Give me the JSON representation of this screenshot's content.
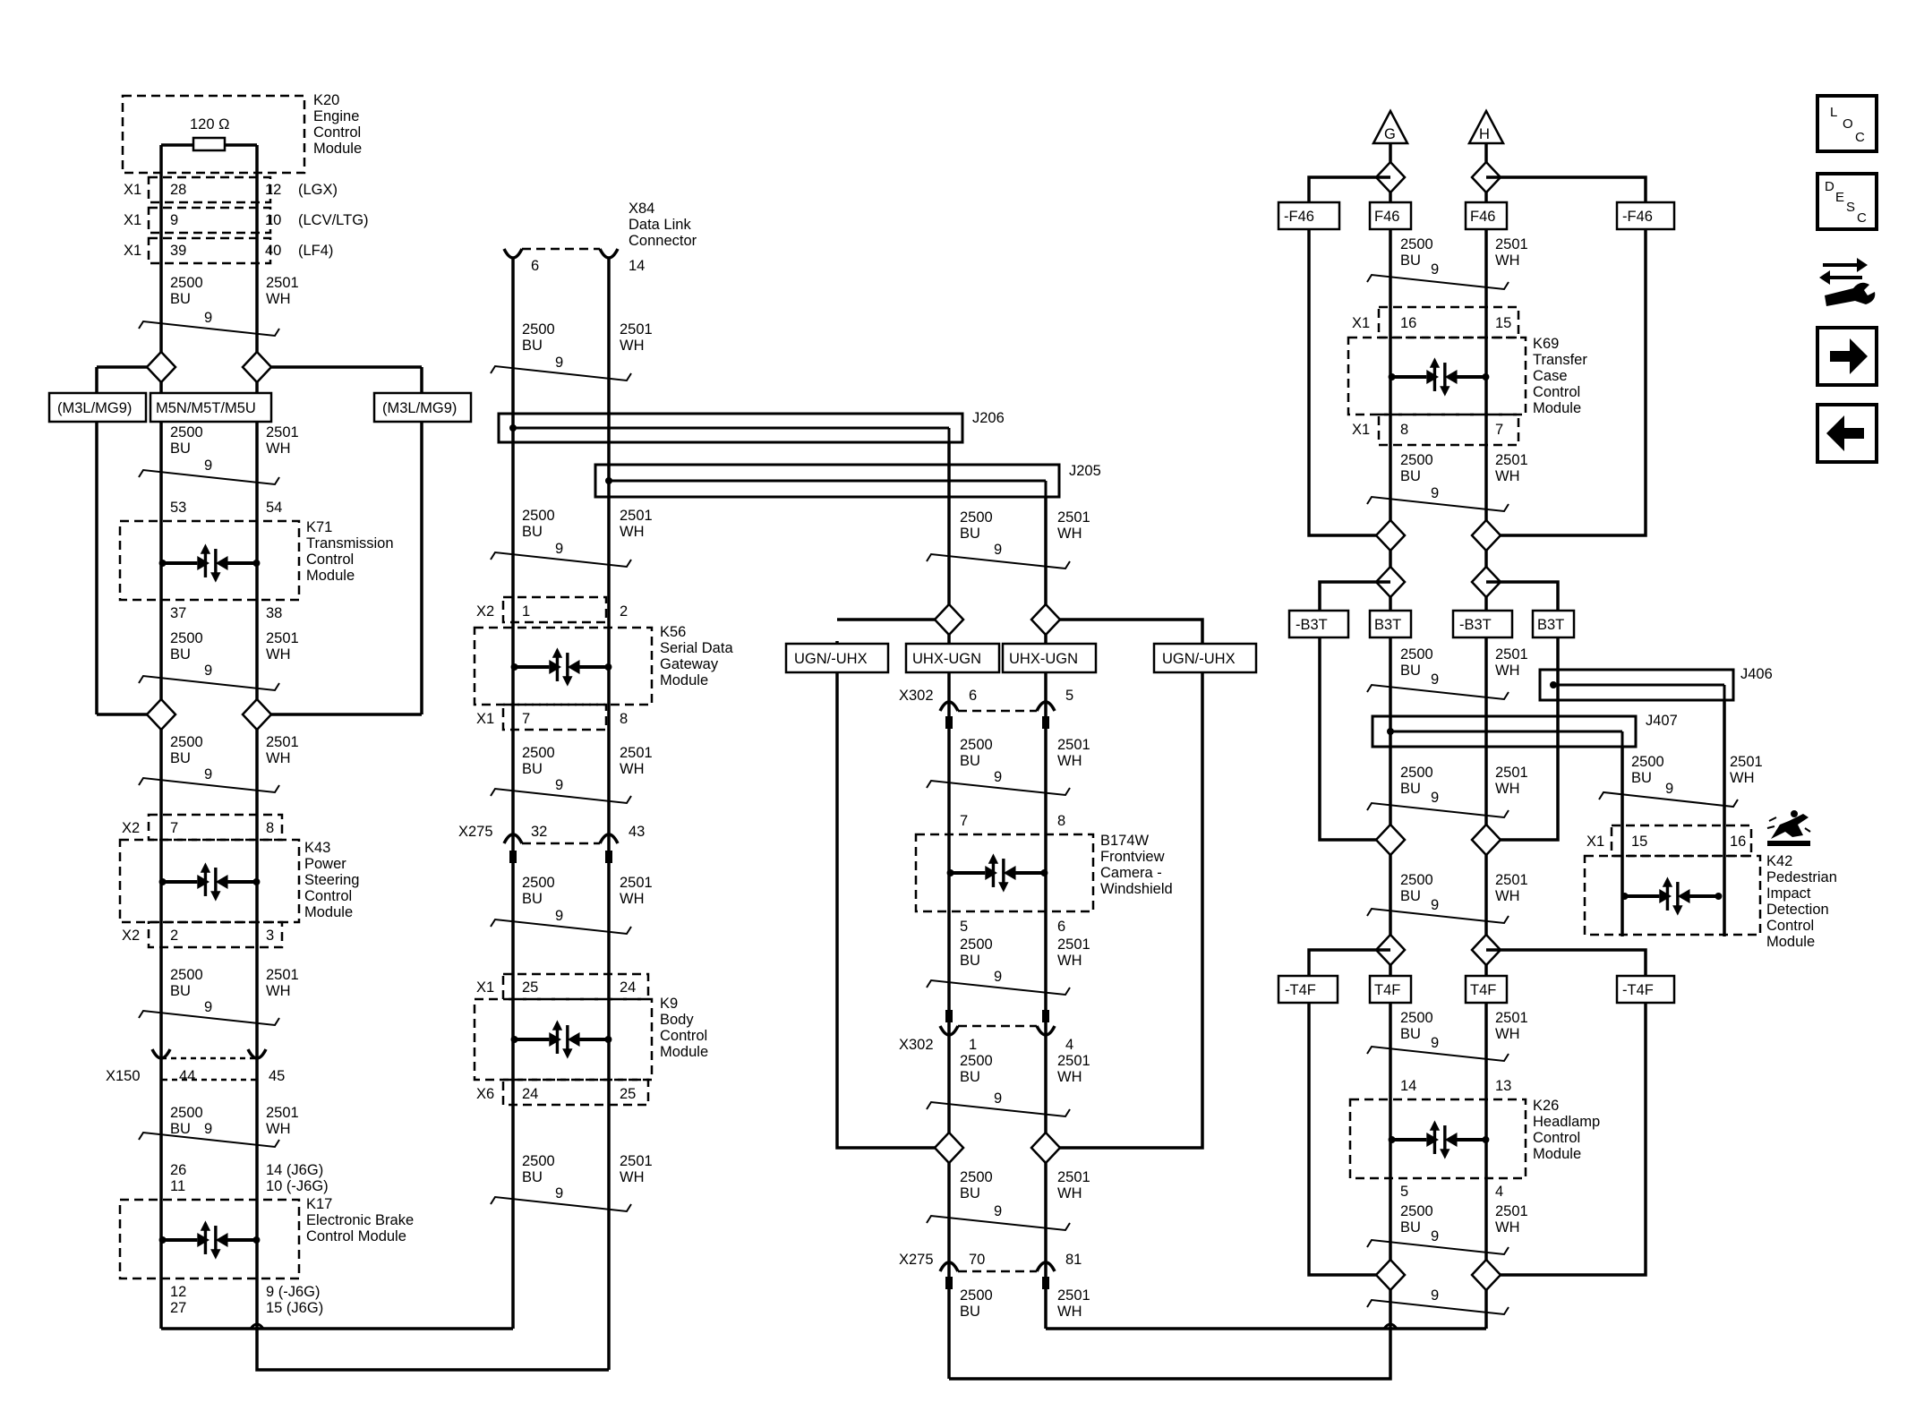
{
  "modules": {
    "k20": {
      "ref": "K20",
      "l1": "Engine",
      "l2": "Control",
      "l3": "Module",
      "resistor": "120 Ω"
    },
    "k71": {
      "ref": "K71",
      "l1": "Transmission",
      "l2": "Control",
      "l3": "Module"
    },
    "k43": {
      "ref": "K43",
      "l1": "Power",
      "l2": "Steering",
      "l3": "Control",
      "l4": "Module"
    },
    "k17": {
      "ref": "K17",
      "l1": "Electronic Brake",
      "l2": "Control Module"
    },
    "x84": {
      "ref": "X84",
      "l1": "Data Link",
      "l2": "Connector"
    },
    "k56": {
      "ref": "K56",
      "l1": "Serial Data",
      "l2": "Gateway",
      "l3": "Module"
    },
    "k9": {
      "ref": "K9",
      "l1": "Body",
      "l2": "Control",
      "l3": "Module"
    },
    "b174w": {
      "ref": "B174W",
      "l1": "Frontview",
      "l2": "Camera -",
      "l3": "Windshield"
    },
    "k69": {
      "ref": "K69",
      "l1": "Transfer",
      "l2": "Case",
      "l3": "Control",
      "l4": "Module"
    },
    "k42": {
      "ref": "K42",
      "l1": "Pedestrian",
      "l2": "Impact",
      "l3": "Detection",
      "l4": "Control",
      "l5": "Module"
    },
    "k26": {
      "ref": "K26",
      "l1": "Headlamp",
      "l2": "Control",
      "l3": "Module"
    }
  },
  "wires": {
    "bu_circuit": "2500",
    "bu_color": "BU",
    "wh_circuit": "2501",
    "wh_color": "WH",
    "twist": "9"
  },
  "connectors": {
    "x1": "X1",
    "x2": "X2",
    "x6": "X6",
    "x150": "X150",
    "x275": "X275",
    "x302": "X302",
    "j205": "J205",
    "j206": "J206",
    "j406": "J406",
    "j407": "J407"
  },
  "pins": {
    "k20_x1_28": "28",
    "k20_x1_12": "12",
    "k20_x1_9": "9",
    "k20_x1_10": "10",
    "k20_x1_39": "39",
    "k20_x1_40": "40",
    "k71_53": "53",
    "k71_54": "54",
    "k71_37": "37",
    "k71_38": "38",
    "k43_7": "7",
    "k43_8": "8",
    "k43_2": "2",
    "k43_3": "3",
    "x150_44": "44",
    "x150_45": "45",
    "k17_26": "26",
    "k17_11": "11",
    "k17_14": "14 (J6G)",
    "k17_10": "10 (-J6G)",
    "k17_12": "12",
    "k17_27": "27",
    "k17_9": "9 (-J6G)",
    "k17_15": "15 (J6G)",
    "x84_6": "6",
    "x84_14": "14",
    "k56_1": "1",
    "k56_2": "2",
    "k56_7": "7",
    "k56_8": "8",
    "x275_32": "32",
    "x275_43": "43",
    "k9_25": "25",
    "k9_24": "24",
    "k9_x6_24": "24",
    "k9_x6_25": "25",
    "x302a_6": "6",
    "x302a_5": "5",
    "b174_7": "7",
    "b174_8": "8",
    "b174_5": "5",
    "b174_6": "6",
    "x302b_1": "1",
    "x302b_4": "4",
    "x275b_70": "70",
    "x275b_81": "81",
    "k69_16": "16",
    "k69_15": "15",
    "k69_8": "8",
    "k69_7": "7",
    "k42_15": "15",
    "k42_16": "16",
    "k26_14": "14",
    "k26_13": "13",
    "k26_5": "5",
    "k26_4": "4"
  },
  "options": {
    "lgx": "(LGX)",
    "lcv": "(LCV/LTG)",
    "lf4": "(LF4)",
    "m3l_left": "(M3L/MG9)",
    "m5n": "M5N/M5T/M5U",
    "m3l_right": "(M3L/MG9)",
    "ugn_uhx_left": "UGN/-UHX",
    "uhx_ugn_1": "UHX-UGN",
    "uhx_ugn_2": "UHX-UGN",
    "ugn_uhx_right": "UGN/-UHX",
    "nf46_left": "-F46",
    "f46_a": "F46",
    "f46_b": "F46",
    "nf46_right": "-F46",
    "nb3t_left": "-B3T",
    "b3t_a": "B3T",
    "nb3t_mid": "-B3T",
    "b3t_b": "B3T",
    "nt4f_left": "-T4F",
    "t4f_a": "T4F",
    "t4f_b": "T4F",
    "nt4f_right": "-T4F"
  },
  "offpage": {
    "g": "G",
    "h": "H"
  },
  "sidebar": {
    "loc_l": "L",
    "loc_o": "O",
    "loc_c": "C",
    "desc_d": "D",
    "desc_e": "E",
    "desc_s": "S",
    "desc_c": "C"
  }
}
